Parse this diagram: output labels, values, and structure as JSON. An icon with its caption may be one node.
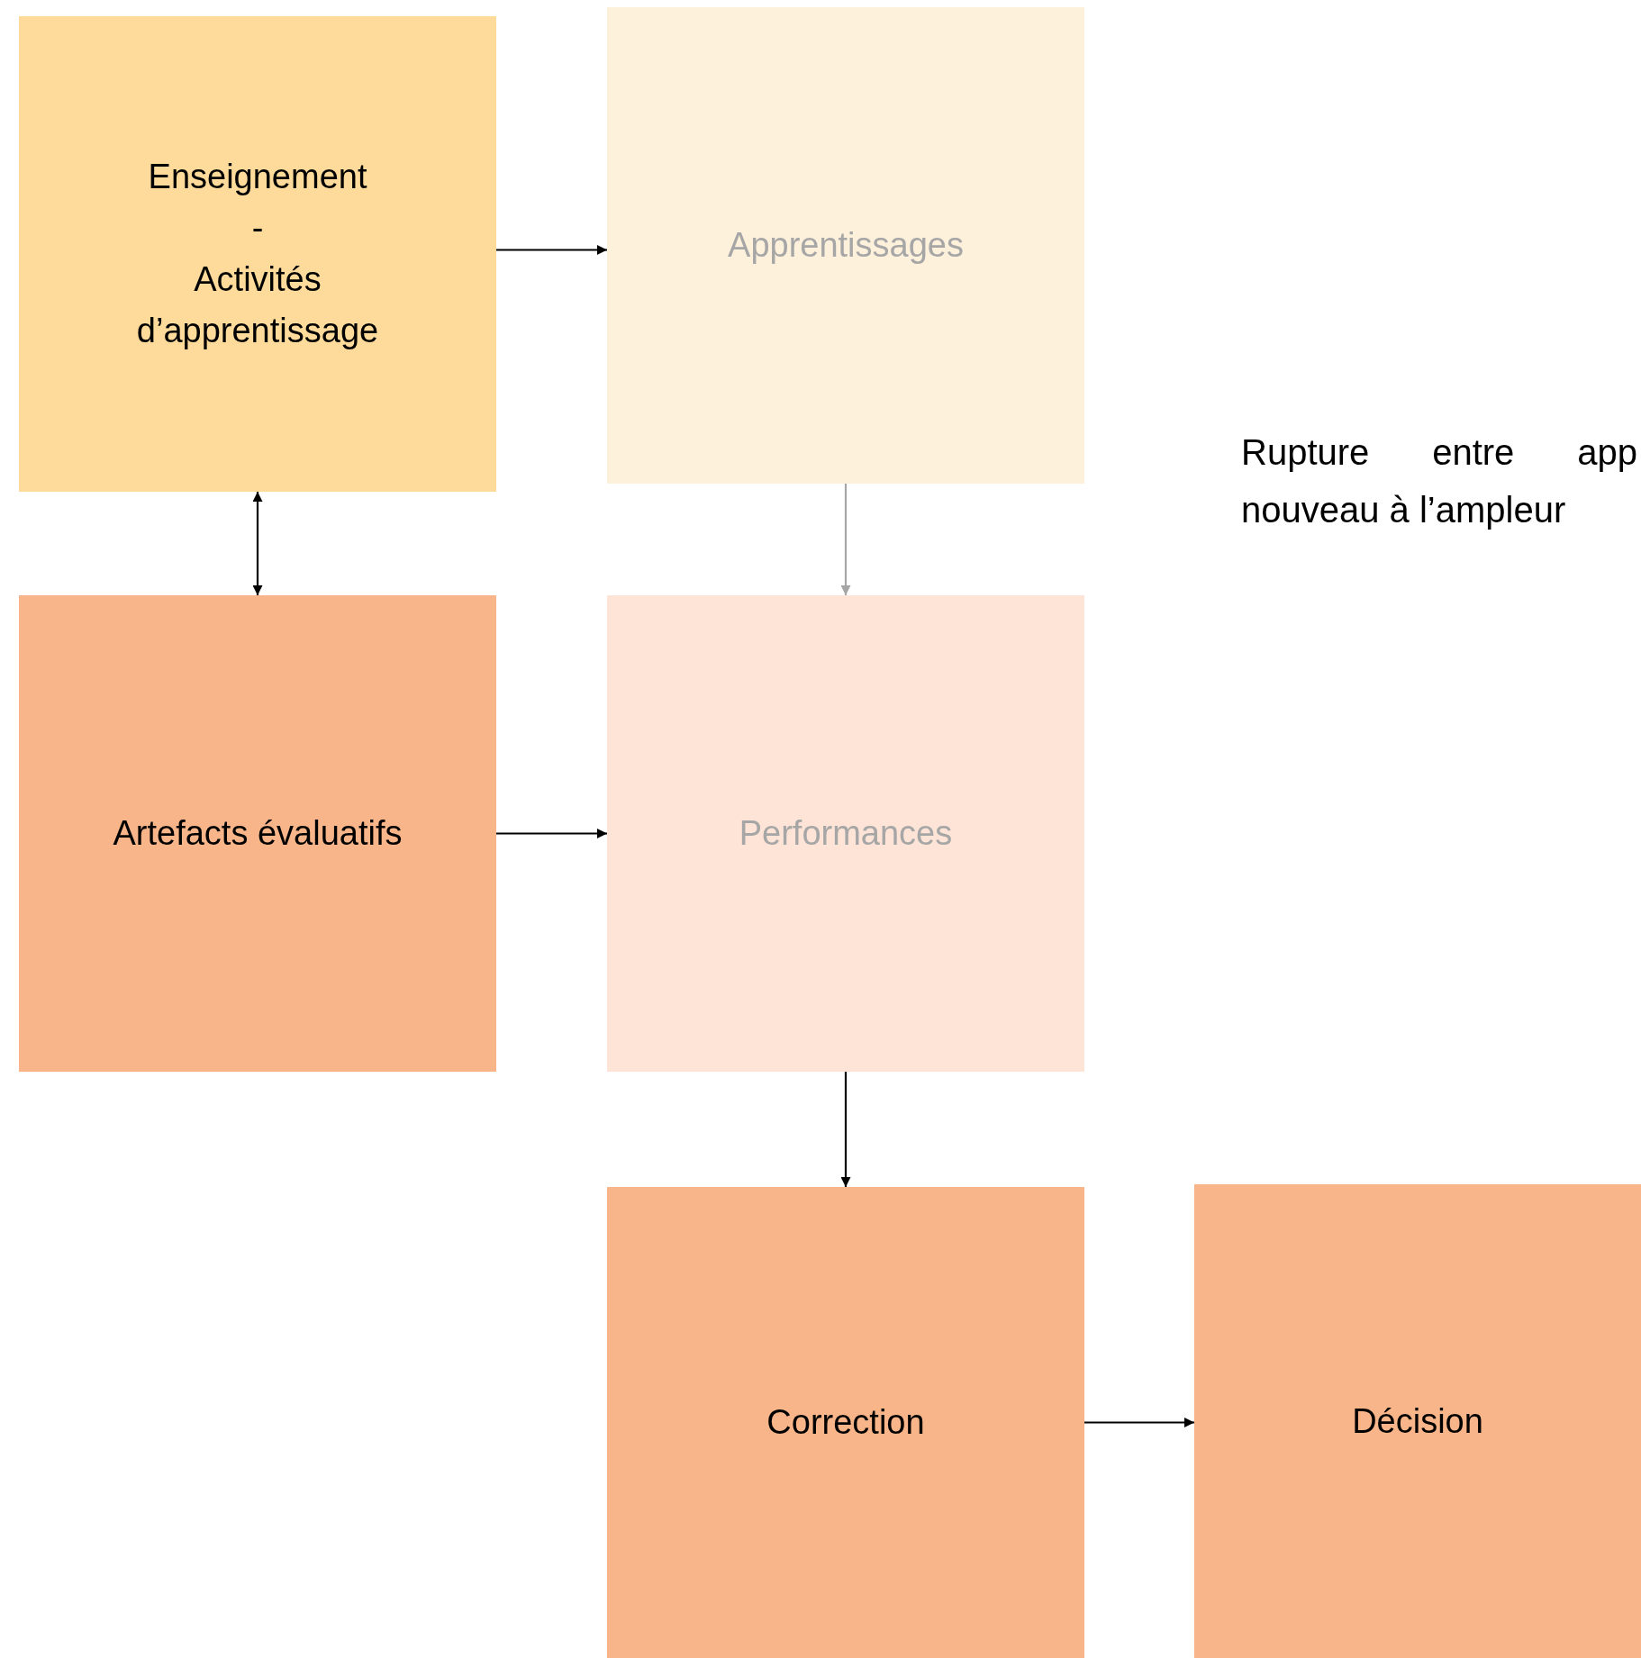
{
  "diagram": {
    "nodes": [
      {
        "text": [
          "Enseignement",
          "-",
          "Activités d’apprentissage"
        ]
      },
      {
        "text": [
          "Apprentissages"
        ]
      },
      {
        "text": [
          "Artefacts évaluatifs"
        ]
      },
      {
        "text": [
          "Performances"
        ]
      },
      {
        "text": [
          "Correction"
        ]
      },
      {
        "text": [
          "Décision"
        ]
      }
    ],
    "edges": [
      {
        "from": 0,
        "to": 1,
        "arrow": "to"
      },
      {
        "from": 0,
        "to": 2,
        "arrow": "both"
      },
      {
        "from": 1,
        "to": 3,
        "arrow": "to",
        "color": "#a6a6a6"
      },
      {
        "from": 2,
        "to": 3,
        "arrow": "to"
      },
      {
        "from": 3,
        "to": 4,
        "arrow": "to"
      },
      {
        "from": 4,
        "to": 5,
        "arrow": "to"
      }
    ],
    "labels": [
      "Rupture entre app nouveau à l’ampleur"
    ]
  }
}
